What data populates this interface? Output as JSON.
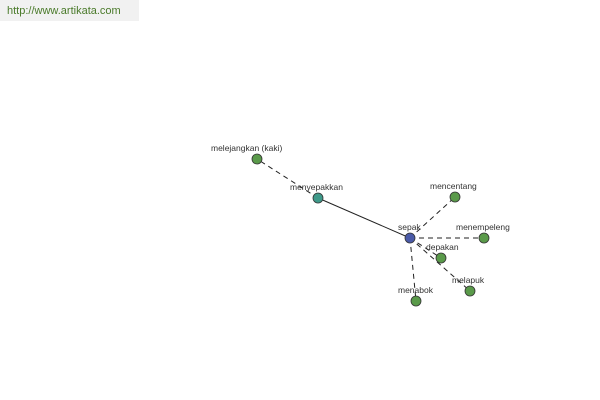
{
  "source_link": "http://www.artikata.com",
  "colors": {
    "center_node": "#4a5aa8",
    "synonym_node": "#3f9a8a",
    "related_node": "#5a9a4a",
    "node_stroke": "#333333",
    "edge": "#222222",
    "link_text": "#4a7a2a"
  },
  "graph": {
    "center": "sepak",
    "nodes": [
      {
        "id": "sepak",
        "label": "sepak",
        "kind": "center"
      },
      {
        "id": "menyepakkan",
        "label": "menyepakkan",
        "kind": "synonym"
      },
      {
        "id": "melejangkan",
        "label": "melejangkan (kaki)",
        "kind": "related"
      },
      {
        "id": "mencentang",
        "label": "mencentang",
        "kind": "related"
      },
      {
        "id": "menempeleng",
        "label": "menempeleng",
        "kind": "related"
      },
      {
        "id": "depakan",
        "label": "depakan",
        "kind": "related"
      },
      {
        "id": "melapuk",
        "label": "melapuk",
        "kind": "related"
      },
      {
        "id": "menabok",
        "label": "menabok",
        "kind": "related"
      }
    ],
    "edges": [
      {
        "from": "sepak",
        "to": "menyepakkan",
        "style": "solid"
      },
      {
        "from": "menyepakkan",
        "to": "melejangkan",
        "style": "dashed"
      },
      {
        "from": "sepak",
        "to": "mencentang",
        "style": "dashed"
      },
      {
        "from": "sepak",
        "to": "menempeleng",
        "style": "dashed"
      },
      {
        "from": "sepak",
        "to": "depakan",
        "style": "dashed"
      },
      {
        "from": "sepak",
        "to": "melapuk",
        "style": "dashed"
      },
      {
        "from": "sepak",
        "to": "menabok",
        "style": "dashed"
      }
    ]
  }
}
